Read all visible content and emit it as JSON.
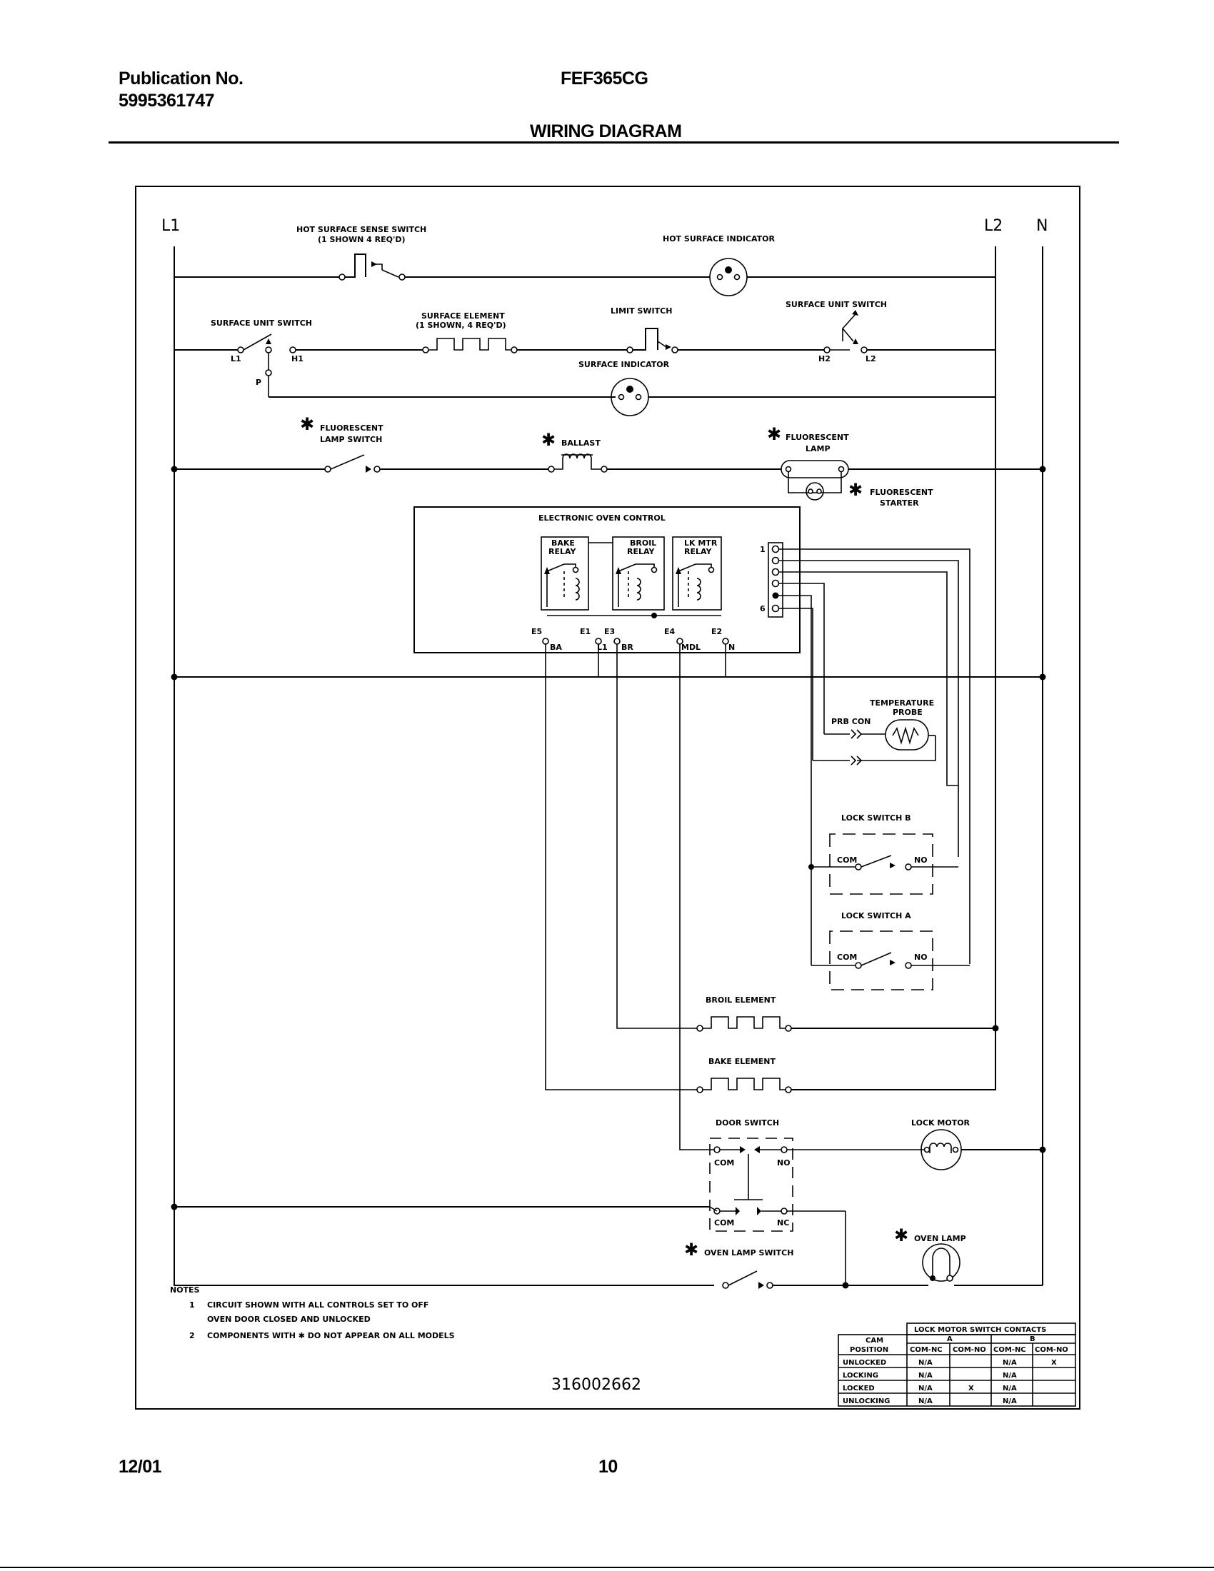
{
  "header": {
    "publication_label": "Publication No.",
    "publication_number": "5995361747",
    "model": "FEF365CG",
    "title": "WIRING DIAGRAM"
  },
  "footer": {
    "date": "12/01",
    "page": "10"
  },
  "diagram": {
    "lines": {
      "l1": "L1",
      "l2": "L2",
      "n": "N"
    },
    "hot_surface_sense_switch": [
      "HOT SURFACE SENSE SWITCH",
      "(1 SHOWN 4 REQ'D)"
    ],
    "hot_surface_indicator": "HOT SURFACE INDICATOR",
    "surface_unit_switch_left": "SURFACE UNIT SWITCH",
    "surface_element": [
      "SURFACE ELEMENT",
      "(1 SHOWN, 4 REQ'D)"
    ],
    "limit_switch": "LIMIT SWITCH",
    "surface_unit_switch_right": "SURFACE UNIT SWITCH",
    "surface_indicator": "SURFACE INDICATOR",
    "terminals": {
      "l1": "L1",
      "h1": "H1",
      "p": "P",
      "h2": "H2",
      "l2": "L2"
    },
    "fluorescent_lamp_switch": [
      "FLUORESCENT",
      "LAMP SWITCH"
    ],
    "ballast": "BALLAST",
    "fluorescent_lamp": [
      "FLUORESCENT",
      "LAMP"
    ],
    "fluorescent_starter": [
      "FLUORESCENT",
      "STARTER"
    ],
    "star": "✱",
    "electronic_oven_control": "ELECTRONIC OVEN CONTROL",
    "bake_relay": [
      "BAKE",
      "RELAY"
    ],
    "broil_relay": [
      "BROIL",
      "RELAY"
    ],
    "lk_mtr_relay": [
      "LK MTR",
      "RELAY"
    ],
    "connector_pin_first": "1",
    "connector_pin_last": "6",
    "eoc_terminals": [
      "E5",
      "E1",
      "E3",
      "E4",
      "E2"
    ],
    "eoc_terminal_labels": [
      "BA",
      "L1",
      "BR",
      "MDL",
      "N"
    ],
    "temperature_probe": [
      "TEMPERATURE",
      "PROBE"
    ],
    "prb_con": "PRB CON",
    "lock_switch_b": "LOCK SWITCH B",
    "lock_switch_a": "LOCK SWITCH A",
    "com": "COM",
    "no": "NO",
    "nc": "NC",
    "broil_element": "BROIL ELEMENT",
    "bake_element": "BAKE ELEMENT",
    "door_switch": "DOOR SWITCH",
    "lock_motor": "LOCK MOTOR",
    "oven_lamp": "OVEN LAMP",
    "oven_lamp_switch": "OVEN LAMP SWITCH",
    "part_number": "316002662"
  },
  "notes": {
    "heading": "NOTES",
    "items": [
      {
        "num": "1",
        "lines": [
          "CIRCUIT SHOWN WITH ALL CONTROLS SET TO OFF",
          "OVEN DOOR CLOSED AND UNLOCKED"
        ]
      },
      {
        "num": "2",
        "lines": [
          "COMPONENTS WITH ✱ DO NOT APPEAR ON ALL MODELS"
        ]
      }
    ]
  },
  "contacts_table": {
    "title": "LOCK MOTOR SWITCH CONTACTS",
    "cam_position": [
      "CAM",
      "POSITION"
    ],
    "groups": [
      "A",
      "B"
    ],
    "subheaders": [
      "COM-NC",
      "COM-NO",
      "COM-NC",
      "COM-NO"
    ],
    "rows": [
      {
        "position": "UNLOCKED",
        "cells": [
          "N/A",
          "",
          "N/A",
          "X"
        ]
      },
      {
        "position": "LOCKING",
        "cells": [
          "N/A",
          "",
          "N/A",
          ""
        ]
      },
      {
        "position": "LOCKED",
        "cells": [
          "N/A",
          "X",
          "N/A",
          ""
        ]
      },
      {
        "position": "UNLOCKING",
        "cells": [
          "N/A",
          "",
          "N/A",
          ""
        ]
      }
    ]
  }
}
